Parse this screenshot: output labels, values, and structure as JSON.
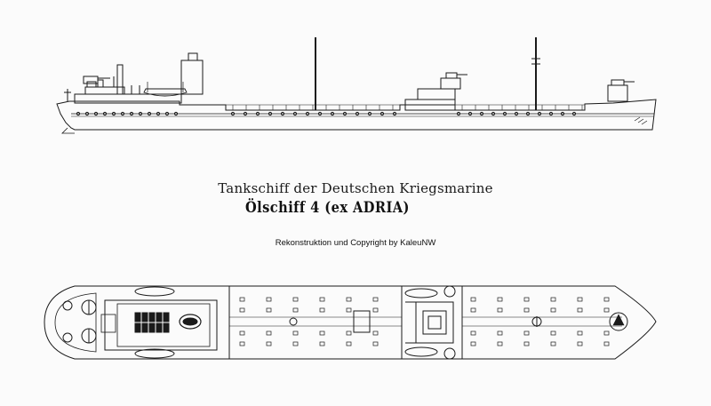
{
  "title": "Tankschiff der Deutschen Kriegsmarine",
  "subtitle": "Ölschiff 4  (ex ADRIA)",
  "credit": "Rekonstruktion und Copyright by KaleuNW",
  "colors": {
    "line": "#1a1a1a",
    "paper": "#fbfbfb"
  }
}
